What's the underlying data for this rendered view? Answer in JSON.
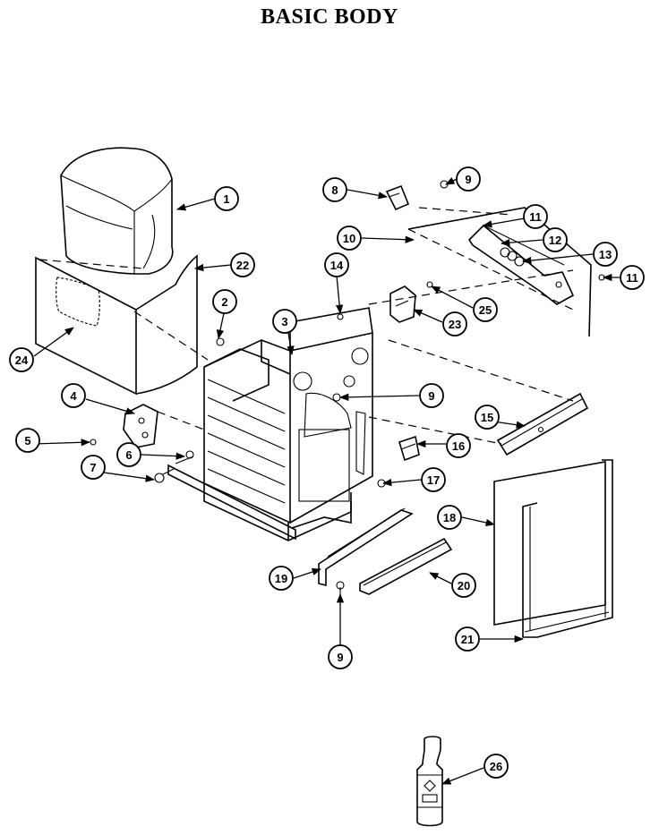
{
  "title": "BASIC BODY",
  "callouts": [
    "1",
    "2",
    "3",
    "4",
    "5",
    "6",
    "7",
    "8",
    "9",
    "9",
    "9",
    "10",
    "11",
    "11",
    "12",
    "13",
    "14",
    "15",
    "16",
    "17",
    "18",
    "19",
    "20",
    "21",
    "22",
    "23",
    "24",
    "25",
    "26"
  ]
}
